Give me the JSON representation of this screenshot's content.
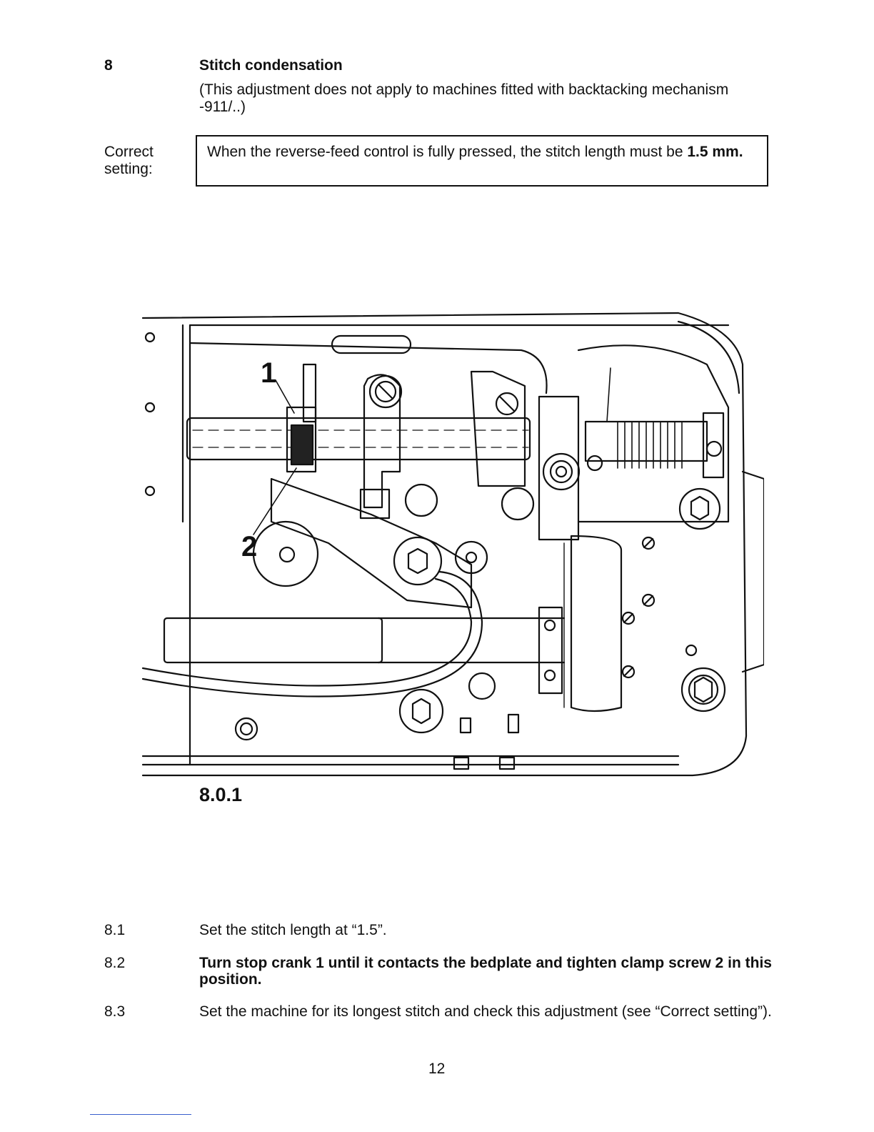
{
  "section": {
    "number": "8",
    "title": "Stitch condensation",
    "note": "(This adjustment does not apply to machines fitted with backtacking mechanism -911/..)"
  },
  "correct_setting": {
    "label_line1": "Correct",
    "label_line2": "setting:",
    "text": "When the reverse-feed control is fully pressed, the stitch length must be ",
    "value": "1.5 mm."
  },
  "figure": {
    "caption": "8.0.1",
    "callout_1": "1",
    "callout_2": "2"
  },
  "steps": [
    {
      "number": "8.1",
      "text": "Set the stitch length at “1.5”."
    },
    {
      "number": "8.2",
      "text": "Turn stop crank 1 until it contacts the bedplate and tighten clamp screw 2 in this position."
    },
    {
      "number": "8.3",
      "text": "Set the machine for its longest stitch and check this adjustment (see “Correct setting”)."
    }
  ],
  "page_number": "12"
}
